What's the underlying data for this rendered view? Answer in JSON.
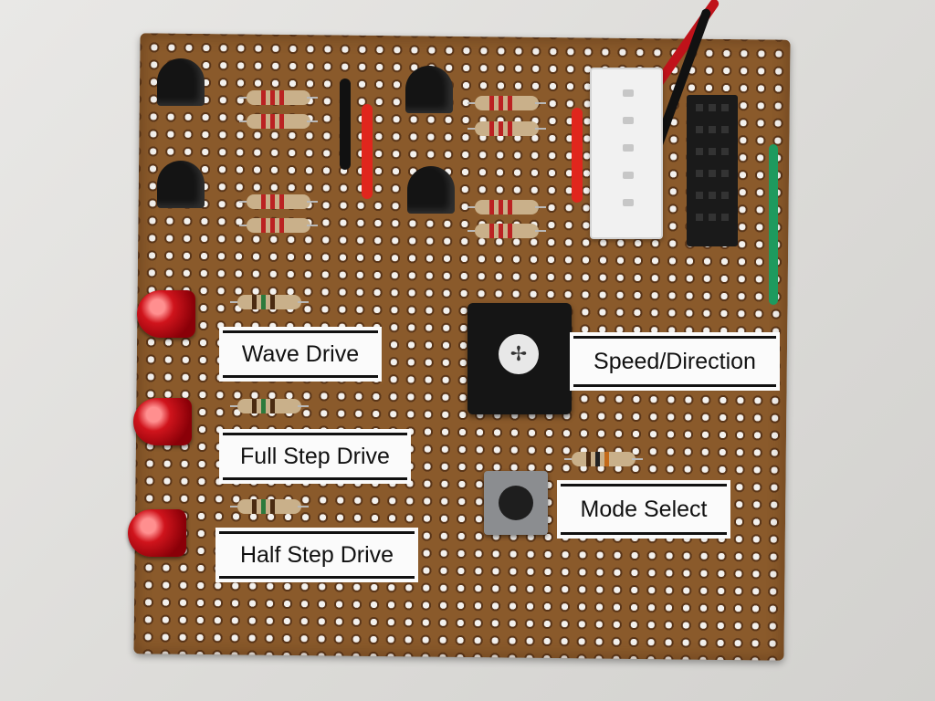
{
  "labels": {
    "wave": "Wave Drive",
    "full": "Full Step Drive",
    "half": "Half Step Drive",
    "speed": "Speed/Direction",
    "mode": "Mode Select"
  },
  "colors": {
    "board": "#8a5a2b",
    "led": "#d0141c",
    "label_bg": "#fbfbfb"
  }
}
